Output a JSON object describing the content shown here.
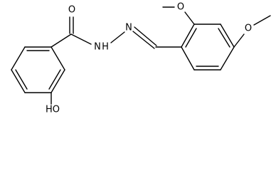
{
  "molecule": {
    "atoms": {
      "carbonyl_oxygen": "O",
      "hydrazide_nh": "N",
      "hydrazide_h": "H",
      "imine_n": "N",
      "hydroxyl": "HO",
      "methoxy_top_o": "O",
      "methoxy_right_o": "O"
    }
  }
}
